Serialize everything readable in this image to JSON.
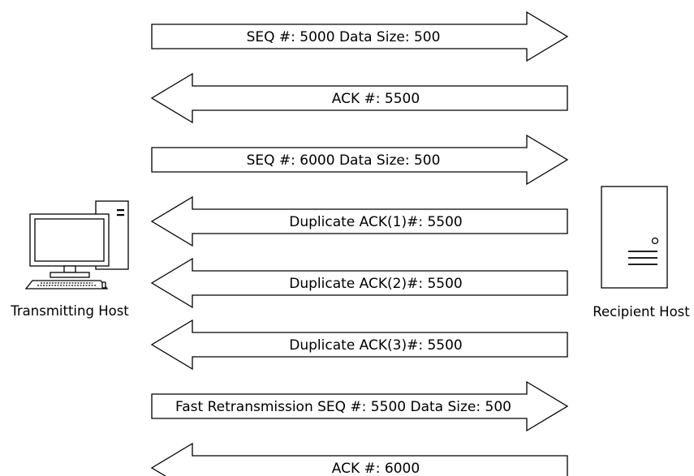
{
  "hosts": {
    "transmitting": {
      "label": "Transmitting Host",
      "icon": "desktop-computer-icon"
    },
    "recipient": {
      "label": "Recipient Host",
      "icon": "server-tower-icon"
    }
  },
  "messages": [
    {
      "direction": "right",
      "label": "SEQ #: 5000 Data Size: 500"
    },
    {
      "direction": "left",
      "label": "ACK #: 5500"
    },
    {
      "direction": "right",
      "label": "SEQ #: 6000 Data Size: 500"
    },
    {
      "direction": "left",
      "label": "Duplicate ACK(1)#: 5500"
    },
    {
      "direction": "left",
      "label": "Duplicate ACK(2)#: 5500"
    },
    {
      "direction": "left",
      "label": "Duplicate ACK(3)#: 5500"
    },
    {
      "direction": "right",
      "label": "Fast Retransmission SEQ #: 5500 Data Size: 500"
    },
    {
      "direction": "left",
      "label": "ACK #: 6000"
    }
  ]
}
